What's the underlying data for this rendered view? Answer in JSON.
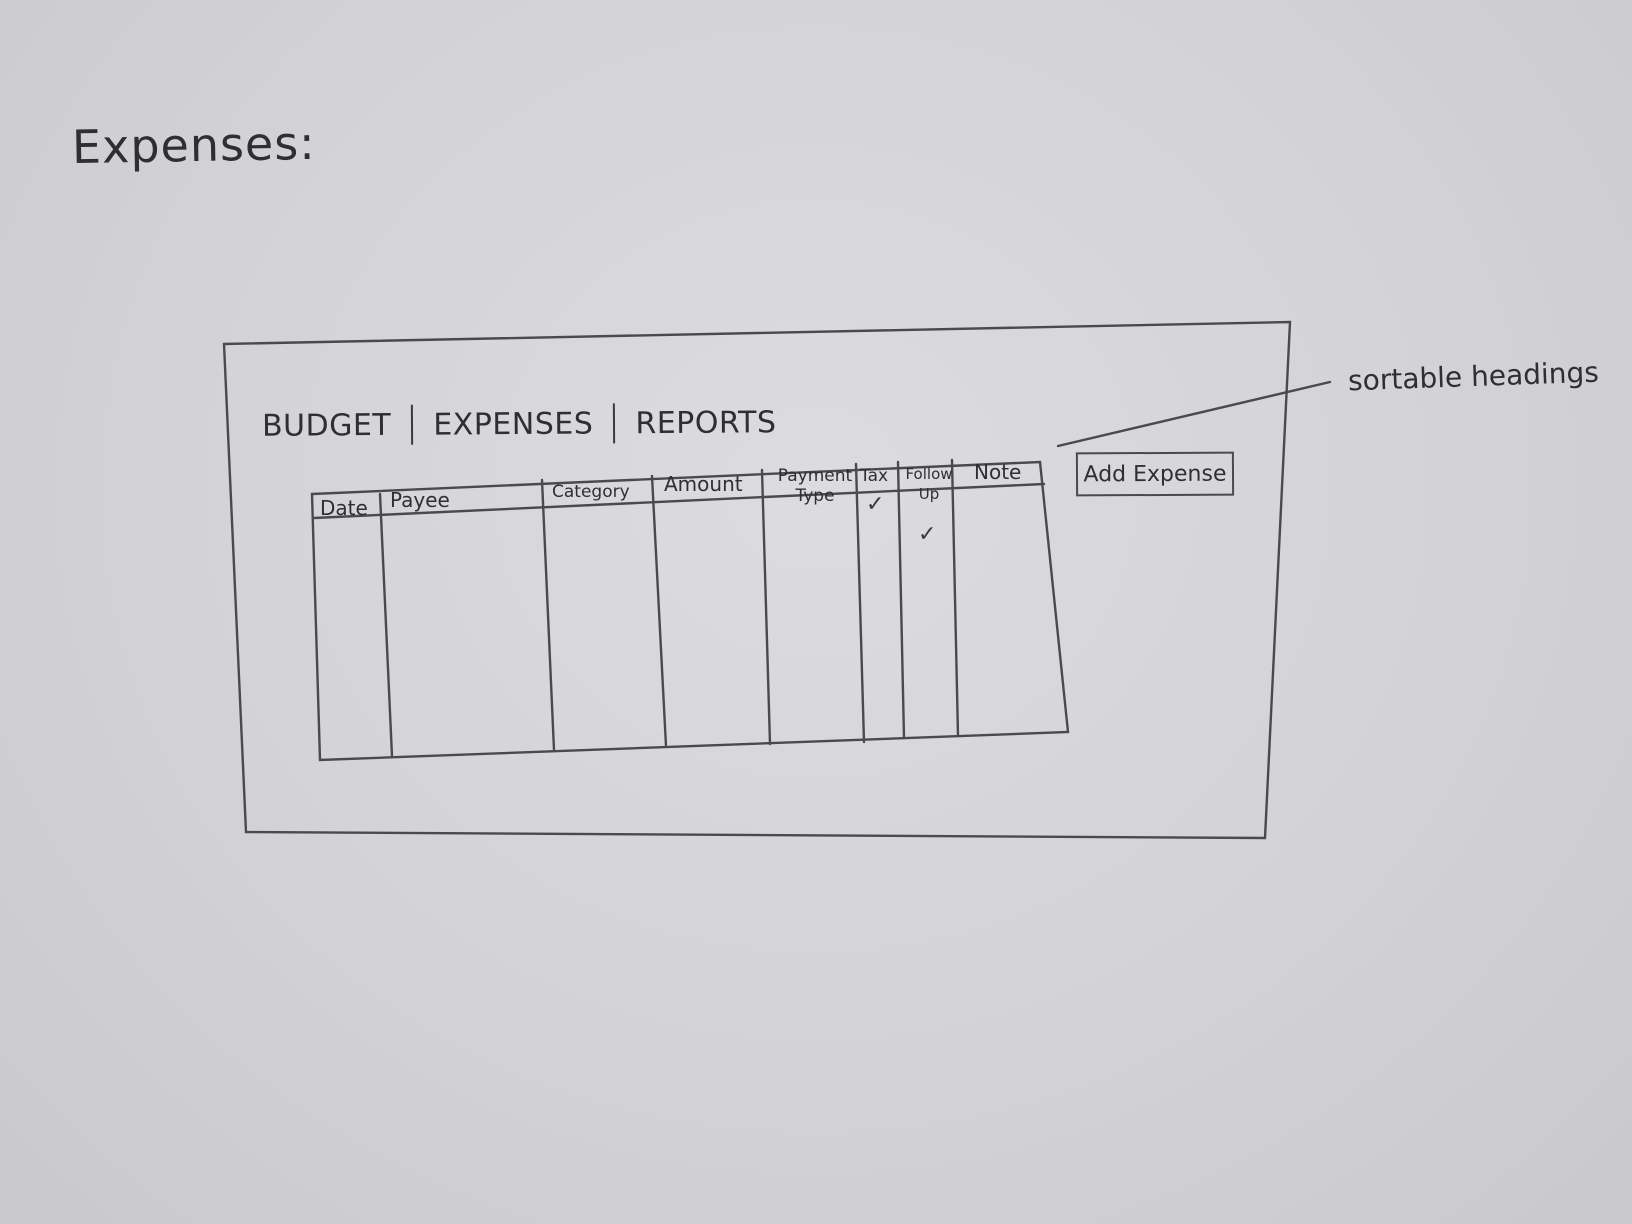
{
  "page": {
    "title": "Expenses:"
  },
  "nav": {
    "tabs": [
      {
        "label": "BUDGET"
      },
      {
        "label": "EXPENSES"
      },
      {
        "label": "REPORTS"
      }
    ]
  },
  "table": {
    "columns": [
      {
        "label": "Date"
      },
      {
        "label": "Payee"
      },
      {
        "label": "Category"
      },
      {
        "label": "Amount"
      },
      {
        "label": "Payment Type"
      },
      {
        "label": "Tax"
      },
      {
        "label": "Follow Up"
      },
      {
        "label": "Note"
      }
    ],
    "check_mark": "✓"
  },
  "actions": {
    "add_expense_label": "Add Expense"
  },
  "annotation": {
    "text": "sortable headings"
  }
}
